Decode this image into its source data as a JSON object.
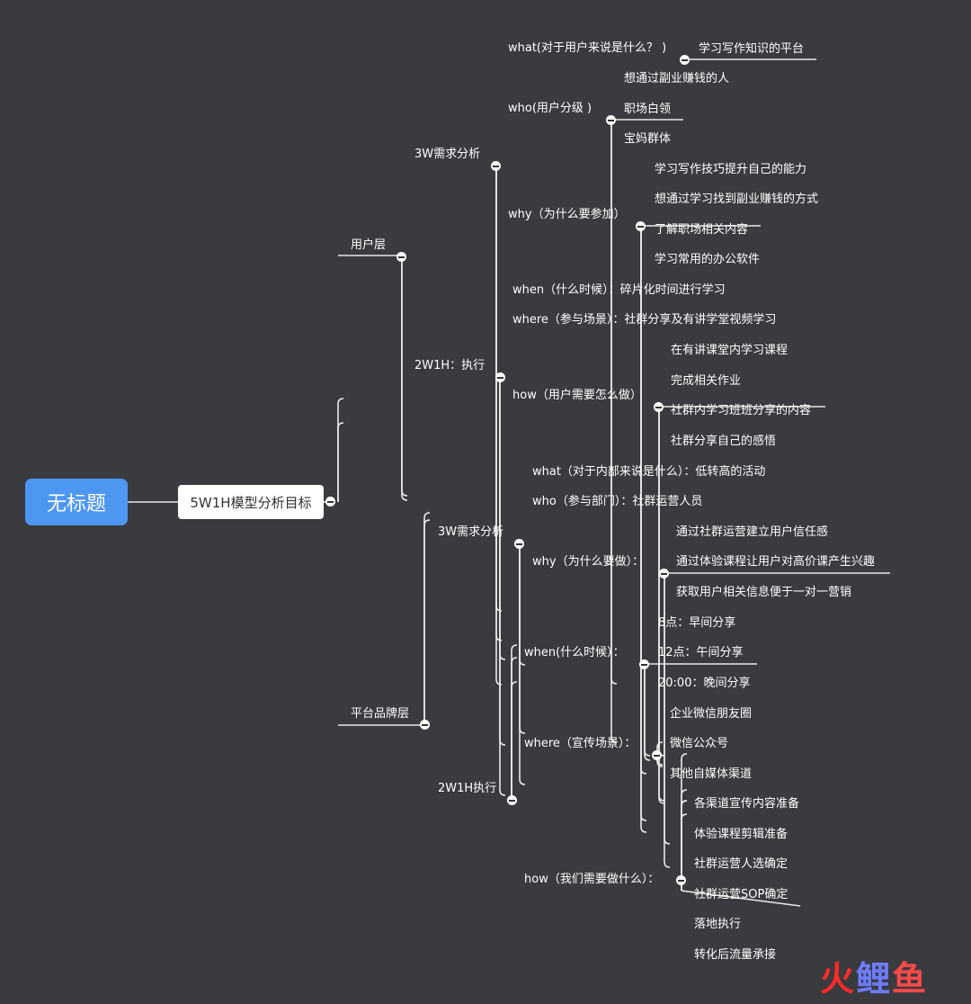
{
  "root": "无标题",
  "main": "5W1H模型分析目标",
  "user_layer": {
    "label": "用户层",
    "w3": {
      "label": "3W需求分析",
      "what": {
        "label": "what(对于用户来说是什么？ )",
        "items": [
          "学习写作知识的平台"
        ]
      },
      "who": {
        "label": "who(用户分级 )",
        "items": [
          "想通过副业赚钱的人",
          "职场白领",
          "宝妈群体"
        ]
      },
      "why": {
        "label": "why（为什么要参加）",
        "items": [
          "学习写作技巧提升自己的能力",
          "想通过学习找到副业赚钱的方式",
          "了解职场相关内容",
          "学习常用的办公软件"
        ]
      }
    },
    "w2h": {
      "label": "2W1H：执行",
      "when": "when（什么时候）：碎片化时间进行学习",
      "where": "where（参与场景）：社群分享及有讲学堂视频学习",
      "how": {
        "label": "how（用户需要怎么做）",
        "items": [
          "在有讲课堂内学习课程",
          "完成相关作业",
          "社群内学习班班分享的内容",
          "社群分享自己的感悟"
        ]
      }
    }
  },
  "platform_layer": {
    "label": "平台品牌层",
    "w3": {
      "label": "3W需求分析",
      "what": "what（对于内部来说是什么）：低转高的活动",
      "who": "who（参与部门）：社群运营人员",
      "why": {
        "label": "why（为什么要做）：",
        "items": [
          "通过社群运营建立用户信任感",
          "通过体验课程让用户对高价课产生兴趣",
          "获取用户相关信息便于一对一营销"
        ]
      }
    },
    "w2h": {
      "label": "2W1H执行",
      "when": {
        "label": "when(什么时候）：",
        "items": [
          "8点：早间分享",
          "12点：午间分享",
          "20:00：晚间分享"
        ]
      },
      "where": {
        "label": "where（宣传场景）：",
        "items": [
          "企业微信朋友圈",
          "微信公众号",
          "其他自媒体渠道"
        ]
      },
      "how": {
        "label": "how（我们需要做什么）：",
        "items": [
          "各渠道宣传内容准备",
          "体验课程剪辑准备",
          "社群运营人选确定",
          "社群运营SOP确定",
          "落地执行",
          "转化后流量承接"
        ]
      }
    }
  },
  "watermark": {
    "part1": "火",
    "part2": "鲤",
    "part3": "鱼"
  },
  "colors": {
    "background": "#3a3b3f",
    "root_fill": "#4d97f2",
    "line": "#e8e8e8"
  }
}
